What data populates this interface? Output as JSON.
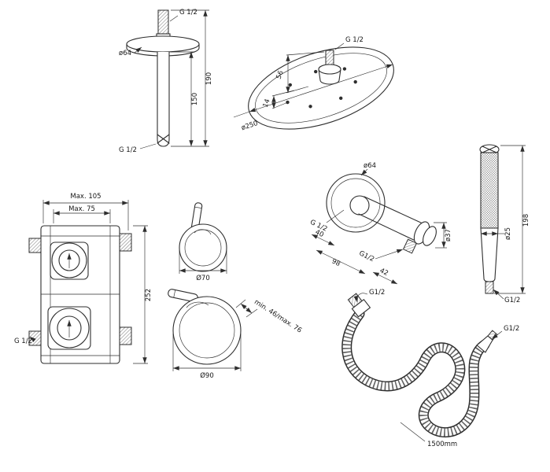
{
  "shower_arm": {
    "thread_top": "G 1/2",
    "flange_diameter": "ø64",
    "dim_inner_length": "150",
    "dim_total_length": "190",
    "thread_bottom": "G 1/2"
  },
  "shower_head": {
    "thread": "G 1/2",
    "dim_hub_height": "56",
    "dim_thickness": "14",
    "diameter": "ø250"
  },
  "mixer_valve": {
    "dim_width_max": "Max. 105",
    "dim_inner_max": "Max. 75",
    "dim_height": "252",
    "thread": "G 1/2"
  },
  "trim_small": {
    "diameter": "Ø70"
  },
  "trim_large": {
    "diameter": "Ø90",
    "mount_depth": "min. 46/max. 76"
  },
  "wall_elbow": {
    "flange_diameter": "ø64",
    "thread_wall": "G 1/2",
    "dim_40": "40",
    "dim_98": "98",
    "thread_outlet": "G1/2",
    "dim_42": "42",
    "outlet_diameter": "ø37"
  },
  "hand_shower": {
    "dim_length": "198",
    "diameter": "ø25",
    "thread": "G1/2"
  },
  "hose": {
    "thread_left": "G1/2",
    "thread_right": "G1/2",
    "length": "1500mm"
  }
}
